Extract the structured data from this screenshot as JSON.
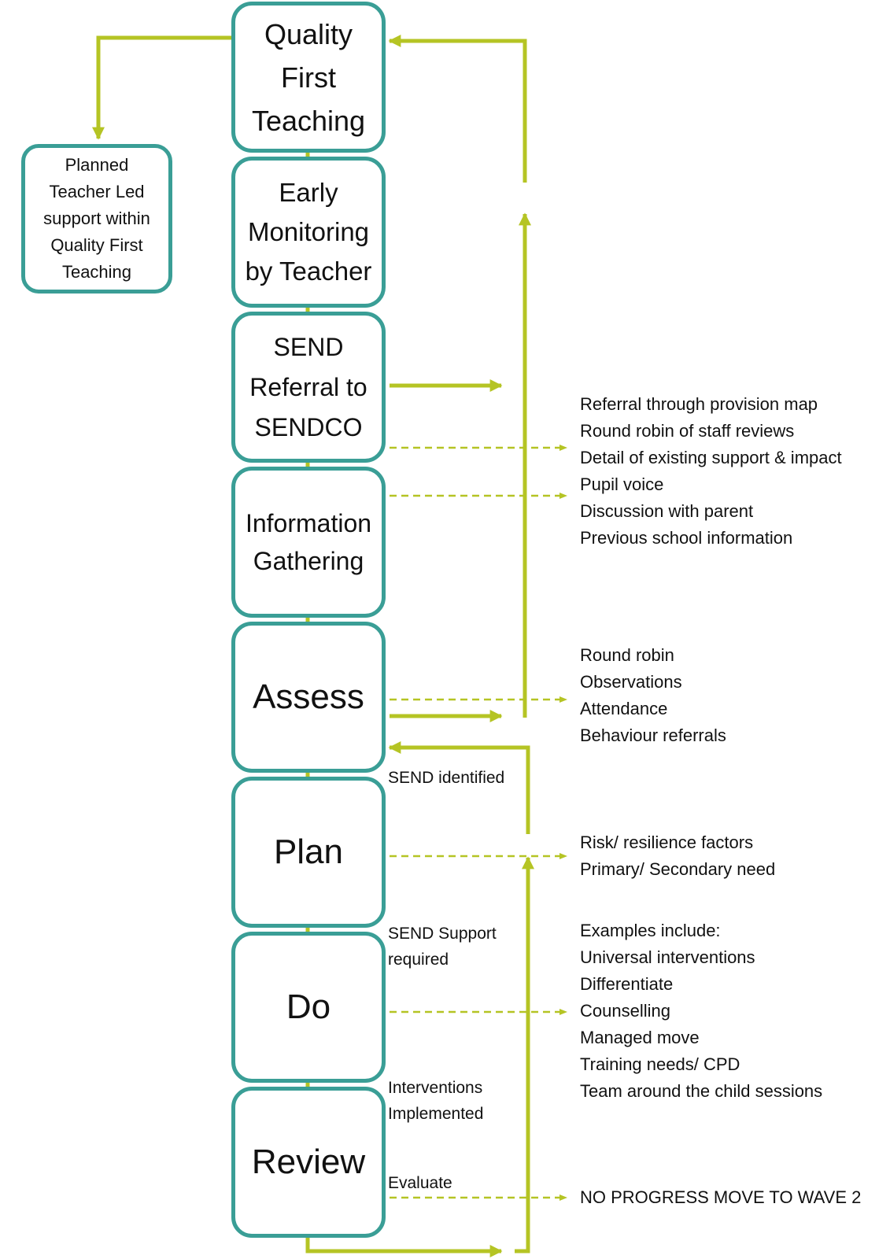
{
  "colors": {
    "box_border": "#3a9e96",
    "arrow": "#b5c424",
    "text": "#111111"
  },
  "main_steps": [
    {
      "id": "qft",
      "label": "Quality First Teaching"
    },
    {
      "id": "early",
      "label": "Early Monitoring by Teacher"
    },
    {
      "id": "referral",
      "label": "SEND Referral to SENDCO"
    },
    {
      "id": "info",
      "label": "Information Gathering"
    },
    {
      "id": "assess",
      "label": "Assess"
    },
    {
      "id": "plan",
      "label": "Plan"
    },
    {
      "id": "do",
      "label": "Do"
    },
    {
      "id": "review",
      "label": "Review"
    }
  ],
  "side_box": {
    "label": "Planned Teacher Led support within Quality First Teaching"
  },
  "connector_labels": {
    "send_identified": "SEND identified",
    "send_support_required": "SEND Support required",
    "interventions_implemented": "Interventions Implemented",
    "evaluate": "Evaluate"
  },
  "lists": {
    "referral_info": [
      "Referral through provision map",
      "Round robin of staff reviews",
      "Detail of existing support & impact",
      "Pupil voice",
      "Discussion with parent",
      "Previous school information"
    ],
    "assess": [
      "Round robin",
      "Observations",
      "Attendance",
      "Behaviour referrals"
    ],
    "plan": [
      "Risk/ resilience factors",
      "Primary/ Secondary need"
    ],
    "do": [
      "Examples include:",
      "Universal interventions",
      "Differentiate",
      "Counselling",
      "Managed move",
      "Training needs/ CPD",
      "Team around the child sessions"
    ],
    "review": [
      "NO PROGRESS MOVE TO WAVE 2"
    ]
  }
}
